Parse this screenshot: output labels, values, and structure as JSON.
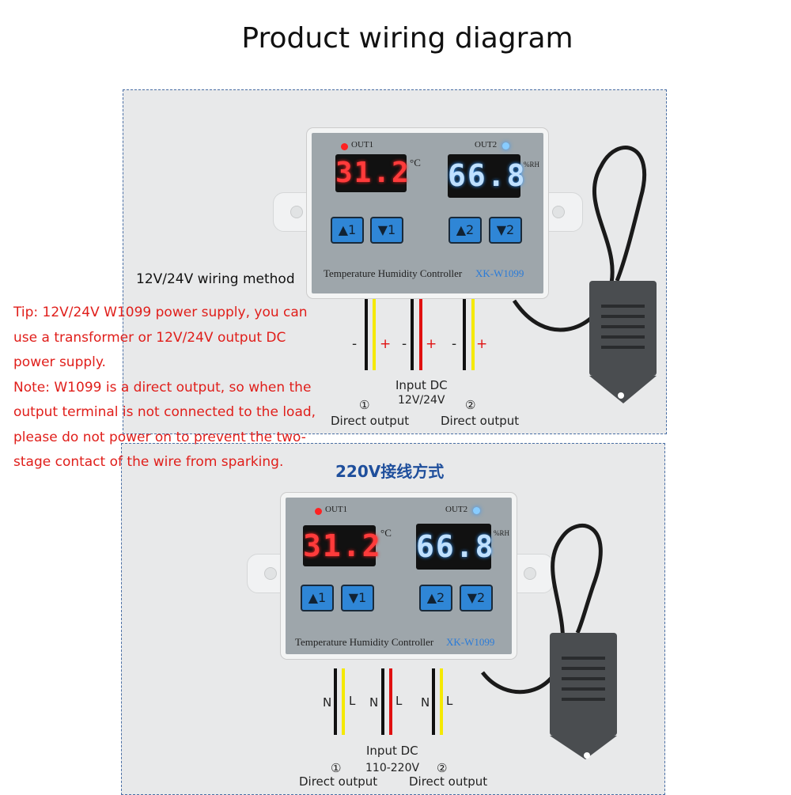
{
  "title": "Product wiring diagram",
  "controller": {
    "out1": "OUT1",
    "out2": "OUT2",
    "temp_value": "31.2",
    "temp_unit": "°C",
    "humidity_value": "66.8",
    "humidity_unit": "%RH",
    "label": "Temperature Humidity Controller",
    "model": "XK-W1099",
    "buttons": [
      "▲1",
      "▼1",
      "▲2",
      "▼2"
    ]
  },
  "dc_section": {
    "heading": "12V/24V wiring method",
    "wire_labels": [
      "-",
      "+",
      "-",
      "+",
      "-",
      "+"
    ],
    "input_label": "Input DC",
    "input_voltage": "12V/24V",
    "out1_num": "①",
    "out2_num": "②",
    "out1_label": "Direct output",
    "out2_label": "Direct output"
  },
  "tip_lines": [
    "Tip: 12V/24V W1099 power supply, you can",
    "use a transformer or 12V/24V output DC",
    "power supply.",
    "Note: W1099 is a direct output, so when the",
    "output terminal is not connected to the load,",
    "please do not power on to prevent the two-",
    "stage contact of the wire from sparking."
  ],
  "ac_section": {
    "heading": "220V接线方式",
    "wire_labels": [
      "N",
      "L",
      "N",
      "L",
      "N",
      "L"
    ],
    "input_label": "Input DC",
    "input_voltage": "110-220V",
    "out1_num": "①",
    "out2_num": "②",
    "out1_label": "Direct output",
    "out2_label": "Direct output"
  },
  "colors": {
    "tip": "#e01e1a",
    "heading_220": "#1f4f9c",
    "wire_black": "#111111",
    "wire_red": "#e01010",
    "wire_yellow": "#f5e900"
  }
}
